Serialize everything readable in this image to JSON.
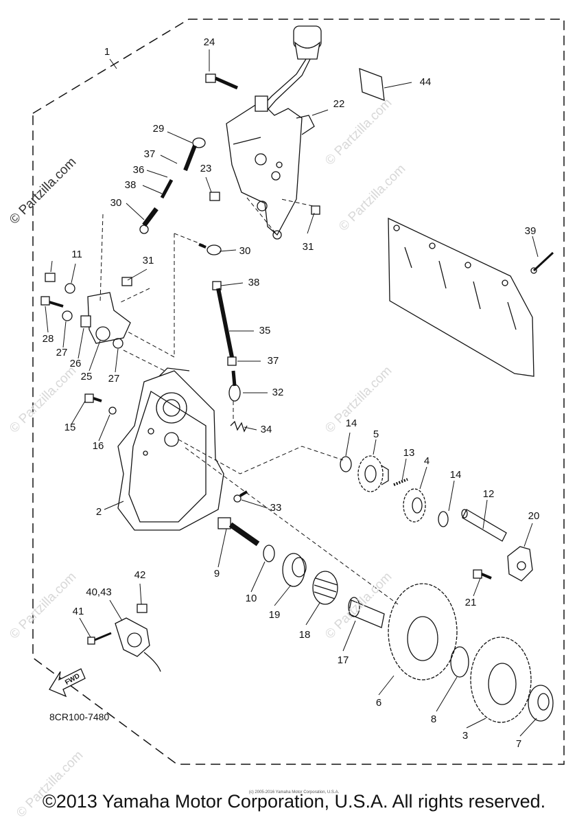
{
  "watermarks": [
    {
      "text": "© Partzilla.com",
      "style": "dark"
    },
    {
      "text": "© Partzilla.com",
      "style": "light"
    },
    {
      "text": "© Partzilla.com",
      "style": "light"
    },
    {
      "text": "© Partzilla.com",
      "style": "light"
    },
    {
      "text": "© Partzilla.com",
      "style": "light"
    },
    {
      "text": "© Partzilla.com",
      "style": "light"
    },
    {
      "text": "© Partzilla.com",
      "style": "light"
    },
    {
      "text": "© Partzilla.com",
      "style": "light"
    }
  ],
  "callouts": [
    "1",
    "24",
    "44",
    "22",
    "29",
    "37",
    "36",
    "38",
    "23",
    "30",
    "31",
    "11",
    "31",
    "39",
    "30",
    "38",
    "35",
    "37",
    "32",
    "34",
    "28",
    "27",
    "26",
    "25",
    "27",
    "15",
    "16",
    "14",
    "5",
    "13",
    "4",
    "14",
    "12",
    "20",
    "2",
    "33",
    "9",
    "10",
    "19",
    "18",
    "17",
    "21",
    "42",
    "40,43",
    "41",
    "6",
    "8",
    "3",
    "7"
  ],
  "diagram_code": "8CR100-7480",
  "fwd_label": "FWD",
  "small_notice": "(c) 2005-2016 Yamaha Motor Corporation, U.S.A.",
  "copyright": "©2013 Yamaha Motor Corporation, U.S.A. All rights reserved."
}
